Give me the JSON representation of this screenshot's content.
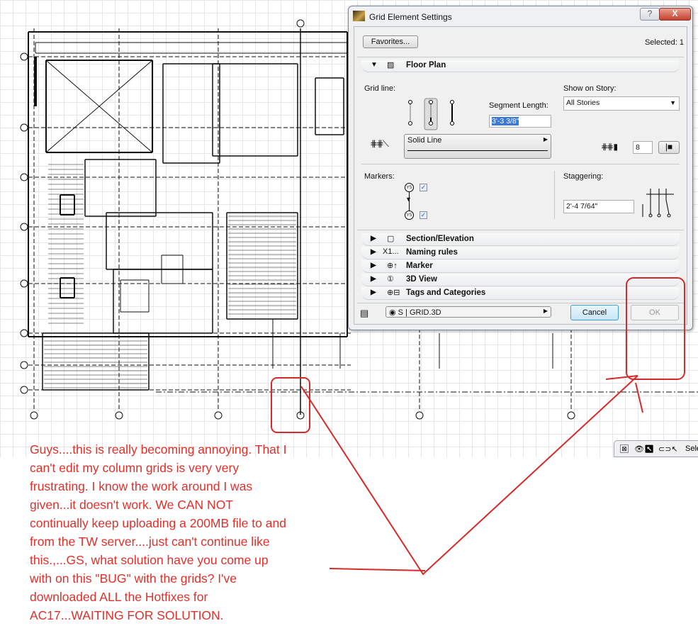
{
  "dialog": {
    "title": "Grid Element Settings",
    "help_label": "?",
    "close_label": "X",
    "favorites_label": "Favorites...",
    "selected_text": "Selected: 1",
    "floor_plan": {
      "header": "Floor Plan",
      "grid_line_label": "Grid line:",
      "segment_length_label": "Segment Length:",
      "segment_length_value": "3'-3 3/8\"",
      "show_on_story_label": "Show on Story:",
      "show_on_story_value": "All Stories",
      "line_type": "Solid Line",
      "pen_value": "8",
      "markers_label": "Markers:",
      "marker_text": "Y5",
      "staggering_label": "Staggering:",
      "staggering_value": "2'-4 7/64\""
    },
    "sections": [
      {
        "label": "Section/Elevation",
        "icon": "▢"
      },
      {
        "label": "Naming rules",
        "icon": "X1..."
      },
      {
        "label": "Marker",
        "icon": "⊕↑"
      },
      {
        "label": "3D View",
        "icon": "①"
      },
      {
        "label": "Tags and Categories",
        "icon": "⊕⊟"
      }
    ],
    "layer_value": "S | GRID.3D",
    "cancel_label": "Cancel",
    "ok_label": "OK"
  },
  "annotation": {
    "lines": [
      "Guys....this is really becoming annoying. That I",
      "can't edit my column grids is very very",
      "frustrating. I know the work around I was",
      "given...it doesn't work. We CAN NOT",
      "continually keep uploading a 200MB file to and",
      "from the TW server....just can't continue like",
      "this.,...GS, what solution have you come up",
      "with on this \"BUG\" with the grids? I've",
      "downloaded ALL the Hotfixes for",
      "AC17...WAITING FOR SOLUTION."
    ],
    "color": "#e0302a"
  },
  "toolbar": {
    "select_label": "Sele"
  }
}
